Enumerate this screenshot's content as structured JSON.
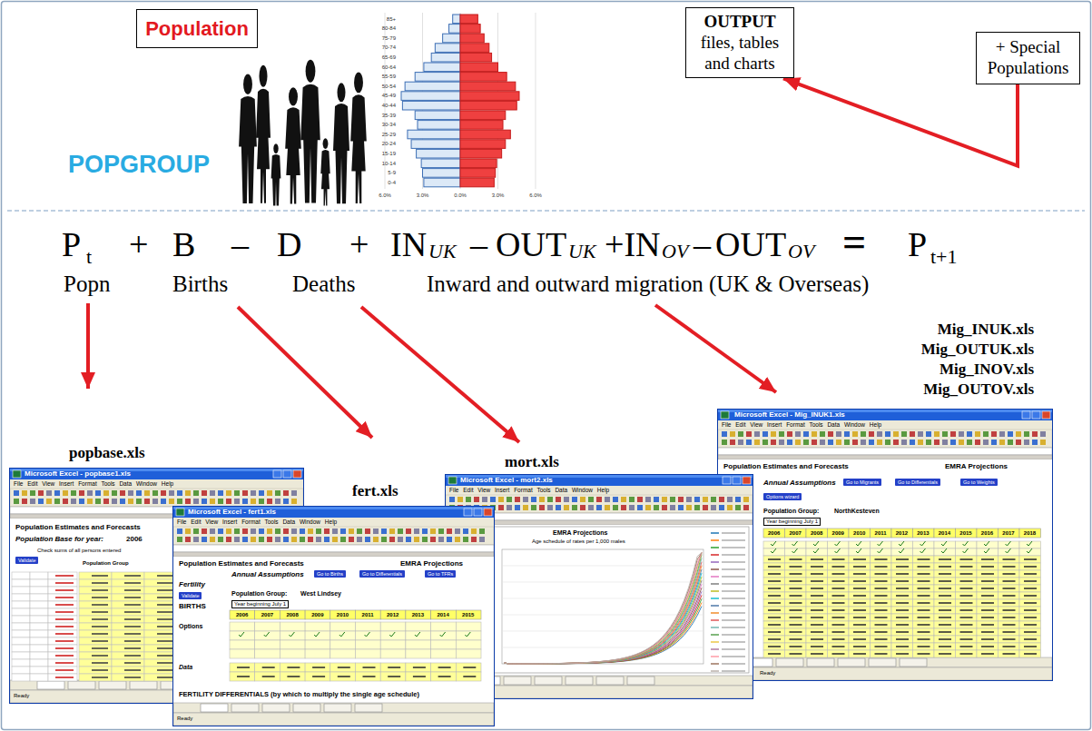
{
  "diagram": {
    "nodes": [
      {
        "text": [
          "Population"
        ]
      },
      {
        "text": [
          "OUTPUT",
          "files, tables and charts"
        ]
      },
      {
        "text": [
          "+ Special Populations"
        ]
      },
      {
        "text": [
          "popbase.xls",
          "Microsoft Excel - popbase1.xls",
          "File Edit View Insert Format Tools Data Window Help",
          "Population Estimates and Forecasts",
          "Population Base for year:",
          "2006",
          "Check sums of all persons entered",
          "Validate",
          "Population Group",
          "Ready"
        ]
      },
      {
        "text": [
          "fert.xls",
          "Microsoft Excel - fert1.xls",
          "File Edit View Insert Format Tools Data Window Help",
          "Population Estimates and Forecasts",
          "EMRA Projections",
          "Annual Assumptions",
          "Go to Births",
          "Go to Differentials",
          "Go to TFRs",
          "Fertility",
          "Validate",
          "Population Group:",
          "West Lindsey",
          "BIRTHS",
          "Year beginning July 1",
          "2006 2007 2008 2009 2010 2011 2012 2013 2014 2015",
          "Options",
          "Data",
          "FERTILITY DIFFERENTIALS (by which to multiply the single age schedule)",
          "Ready"
        ]
      },
      {
        "text": [
          "mort.xls",
          "Microsoft Excel - mort2.xls",
          "File Edit View Insert Format Tools Data Window Help",
          "EMRA Projections",
          "Age schedule of rates per 1,000 males"
        ]
      },
      {
        "text": [
          "Mig_INUK.xls",
          "Mig_OUTUK.xls",
          "Mig_INOV.xls",
          "Mig_OUTOV.xls",
          "Microsoft Excel - Mig_INUK1.xls",
          "File Edit View Insert Format Tools Data Window Help",
          "Population Estimates and Forecasts",
          "EMRA Projections",
          "Annual Assumptions",
          "Go to Migrants",
          "Go to Differentials",
          "Go to Weights",
          "Options wizard",
          "Population Group:",
          "NorthKesteven",
          "Year beginning July 1",
          "2006 2007 2008 2009 2010 2011 2012 2013 2014 2015 2016 2017 2018",
          "Ready"
        ]
      }
    ],
    "edges": [
      {
        "from": 2,
        "to": 1,
        "arrow": "to"
      }
    ],
    "labels": [
      "POPGROUP",
      "P",
      "t",
      "+",
      "B",
      "–",
      "D",
      "+",
      "IN",
      "UK",
      "–",
      "OUT",
      "UK",
      "+IN",
      "OV",
      "–",
      "OUT",
      "OV",
      "=",
      "P",
      "t+1",
      "Popn",
      "Births",
      "Deaths",
      "Inward and outward migration (UK & Overseas)",
      "85+",
      "80-84",
      "75-79",
      "70-74",
      "65-69",
      "60-64",
      "55-59",
      "50-54",
      "45-49",
      "40-44",
      "35-39",
      "30-34",
      "25-29",
      "20-24",
      "15-19",
      "10-14",
      "5-9",
      "0-4",
      "6.0%",
      "3.0%",
      "0.0%",
      "3.0%",
      "6.0%"
    ]
  }
}
